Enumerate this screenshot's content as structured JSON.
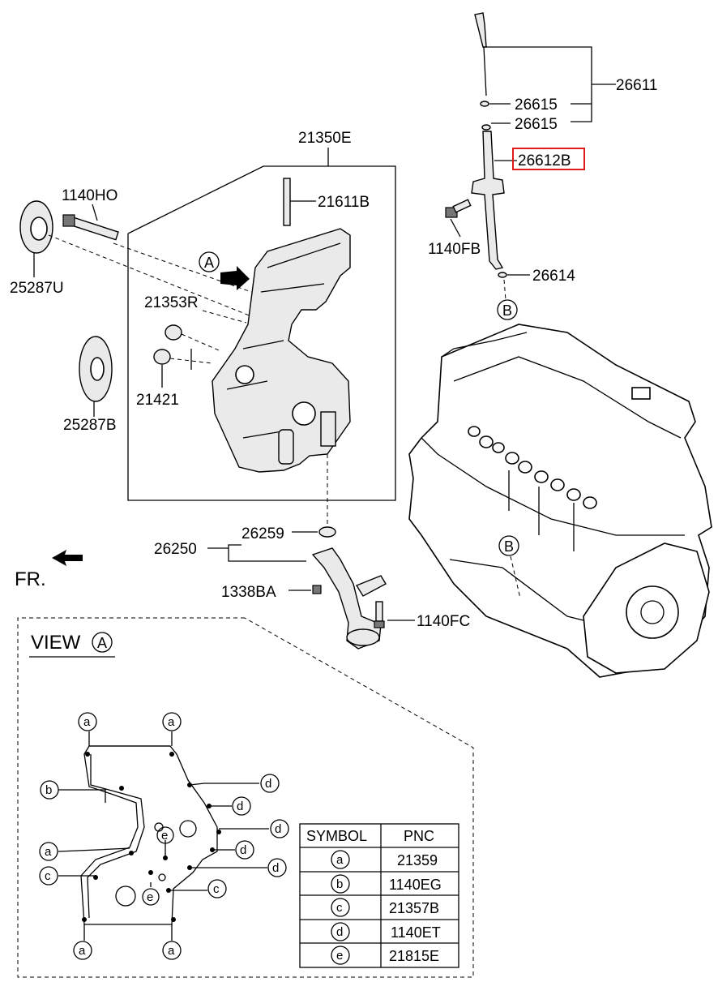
{
  "labels": {
    "p26611": "26611",
    "p26615a": "26615",
    "p26615b": "26615",
    "p26612B": "26612B",
    "p21350E": "21350E",
    "p21611B": "21611B",
    "p1140HO": "1140HO",
    "p1140FB": "1140FB",
    "p26614": "26614",
    "p25287U": "25287U",
    "p21353R": "21353R",
    "p21421": "21421",
    "p25287B": "25287B",
    "p26259": "26259",
    "p26250": "26250",
    "p1338BA": "1338BA",
    "p1140FC": "1140FC",
    "fr": "FR.",
    "view_a": "A",
    "view_b": "B",
    "engine_b": "B"
  },
  "view": {
    "title": "VIEW",
    "ref": "A"
  },
  "view_markers": {
    "a1": "a",
    "a2": "a",
    "a3": "a",
    "a4": "a",
    "a5": "a",
    "b1": "b",
    "c1": "c",
    "c2": "c",
    "d1": "d",
    "d2": "d",
    "d3": "d",
    "d4": "d",
    "d5": "d",
    "e1": "e",
    "e2": "e"
  },
  "symbol_table": {
    "headers": [
      "SYMBOL",
      "PNC"
    ],
    "rows": [
      {
        "symbol": "a",
        "pnc": "21359"
      },
      {
        "symbol": "b",
        "pnc": "1140EG"
      },
      {
        "symbol": "c",
        "pnc": "21357B"
      },
      {
        "symbol": "d",
        "pnc": "1140ET"
      },
      {
        "symbol": "e",
        "pnc": "21815E"
      }
    ]
  },
  "colors": {
    "highlight": "#e01b1b"
  }
}
